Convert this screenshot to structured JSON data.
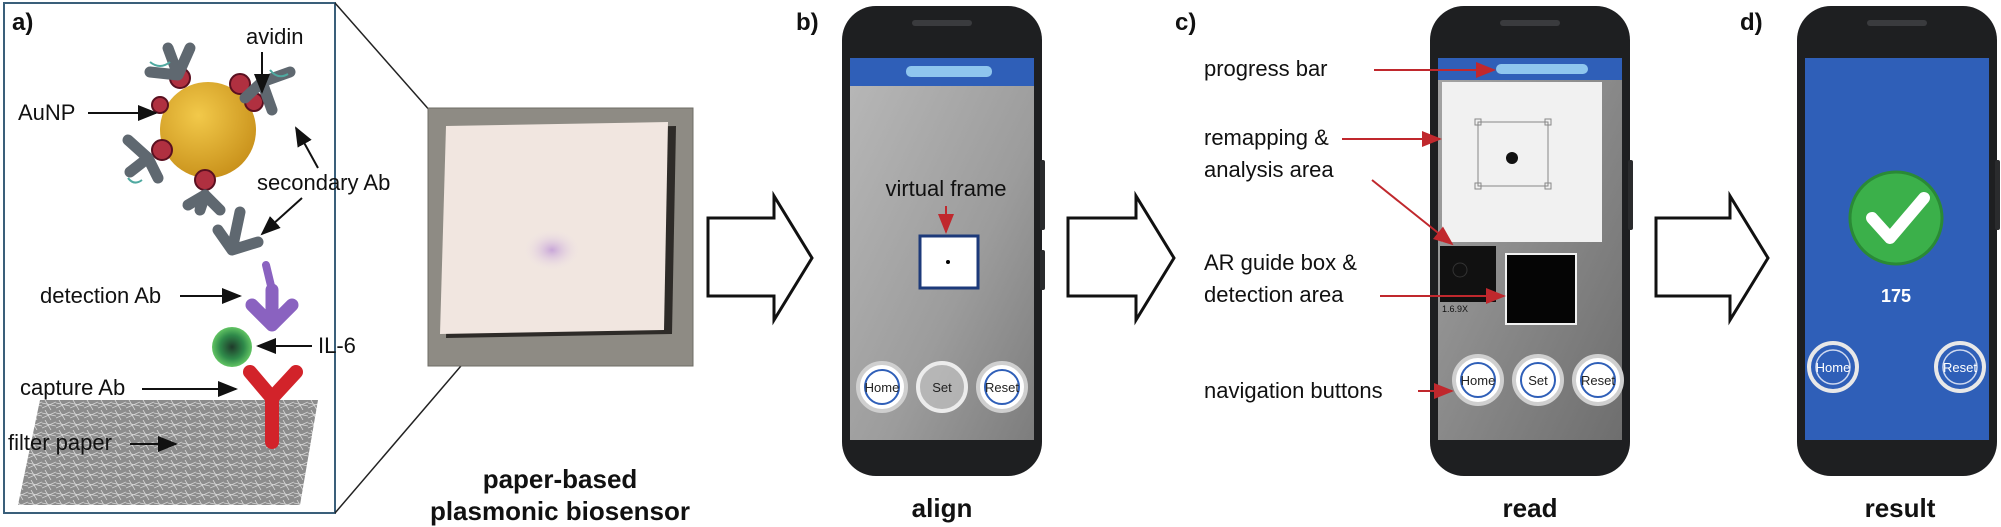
{
  "panels": {
    "a": "a)",
    "b": "b)",
    "c": "c)",
    "d": "d)"
  },
  "panel_a": {
    "labels": {
      "avidin": "avidin",
      "aunp": "AuNP",
      "secondary_ab": "secondary Ab",
      "detection_ab": "detection Ab",
      "il6": "IL-6",
      "capture_ab": "capture Ab",
      "filter_paper": "filter paper"
    },
    "caption_line1": "paper-based",
    "caption_line2": "plasmonic biosensor"
  },
  "panel_b": {
    "caption": "align",
    "virtual_frame": "virtual frame",
    "buttons": [
      "Home",
      "Set",
      "Reset"
    ]
  },
  "panel_c": {
    "caption": "read",
    "labels": {
      "progress_bar": "progress bar",
      "remap_line1": "remapping &",
      "remap_line2": "analysis area",
      "ar_line1": "AR guide box &",
      "ar_line2": "detection area",
      "nav_buttons": "navigation buttons"
    },
    "small_readout": "1.6.9X",
    "buttons": [
      "Home",
      "Set",
      "Reset"
    ]
  },
  "panel_d": {
    "caption": "result",
    "value": "175",
    "buttons": [
      "Home",
      "Reset"
    ]
  },
  "colors": {
    "arrow_red": "#c0282d",
    "app_blue": "#2f5fb8",
    "aunp_gold": "#d9a520",
    "antibody_grey": "#5f6870",
    "detection_purple": "#8a62c0",
    "capture_red": "#d2232a",
    "check_green": "#3bb04a"
  }
}
